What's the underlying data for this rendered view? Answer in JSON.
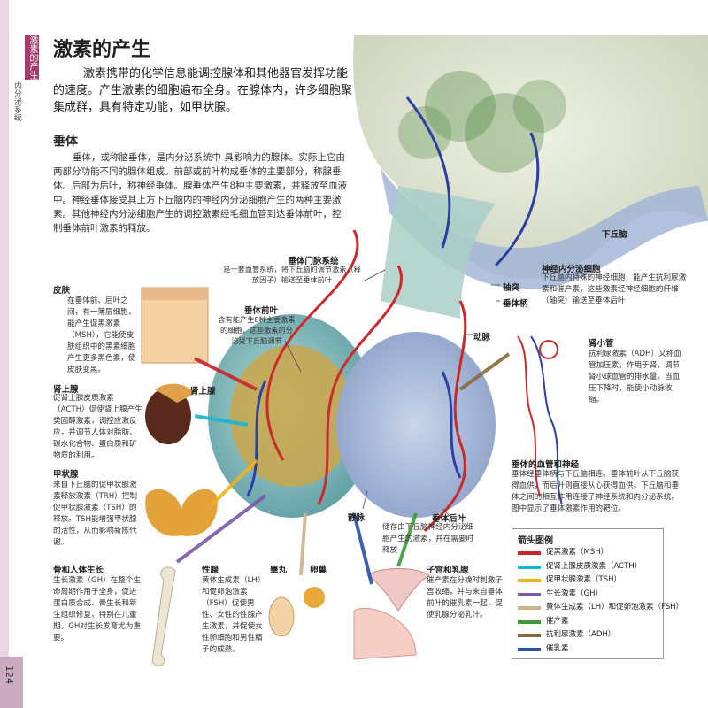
{
  "margin": {
    "section_tab": "激素的产生",
    "section_text": "内分泌系统",
    "page_number": "124"
  },
  "title": "激素的产生",
  "intro": "激素携带的化学信息能调控腺体和其他器官发挥功能的速度。产生激素的细胞遍布全身。在腺体内，许多细胞聚集成群，具有特定功能，如甲状腺。",
  "pituitary": {
    "heading": "垂体",
    "body": "垂体，或称脑垂体，是内分泌系统中    具影响力的腺体。实际上它由两部分功能不同的腺体组成。前部或前叶构成垂体的主要部分，称腺垂体。后部为后叶，称神经垂体。腺垂体产生8种主要激素，并释放至血液中。神经垂体接受其上方下丘脑内的神经内分泌细胞产生的两种主要激素。其他神经内分泌细胞产生的调控激素经毛细血管到达垂体前叶，控制垂体前叶激素的释放。"
  },
  "labels": {
    "hypothalamus": "下丘脑",
    "neuro_cells_title": "神经内分泌细胞",
    "neuro_cells_body": "下丘脑内特殊的神经细胞，能产生抗利尿激素和催产素，这些激素经神经细胞的纤维（轴突）输送至垂体后叶",
    "axon": "轴突",
    "stalk": "垂体柄",
    "portal_title": "垂体门脉系统",
    "portal_body": "是一套血管系统，将下丘脑的调节激素（释放因子）输送至垂体前叶",
    "anterior_title": "垂体前叶",
    "anterior_body": "含有能产生8种主要激素的细胞，这些激素的分泌受下丘脑调节",
    "artery": "动脉",
    "vein": "静脉",
    "posterior_title": "垂体后叶",
    "posterior_body": "储存由下丘脑神经内分泌细胞产生的激素，并在需要时释放",
    "vessels_title": "垂体的血管和神经",
    "vessels_body": "垂体经垂体柄与下丘脑相连。垂体前叶从下丘脑获得血供，而后叶则直接从心获得血供。下丘脑和垂体之间的相互作用连接了神经系统和内分泌系统。图中显示了垂体激素作用的靶位。",
    "kidney_title": "肾小管",
    "kidney_body": "抗利尿激素（ADH）又称血管加压素，作用于肾，调节肾小球血管的排水量。当血压下降时，能使小动脉收缩。",
    "skin_title": "皮肤",
    "skin_body": "在垂体前、后叶之间，有一薄层细胞，能产生促黑激素（MSH），它能使皮肤组织中的黑素细胞产生更多黑色素，使皮肤变黑。",
    "adrenal_title": "肾上腺",
    "adrenal_tag": "肾上腺",
    "adrenal_body": "促肾上腺皮质激素（ACTH）促使肾上腺产生类固醇激素，调控应激反应，并调节人体对脂肪、碳水化合物、蛋白质和矿物质的利用。",
    "thyroid_title": "甲状腺",
    "thyroid_body": "来自下丘脑的促甲状腺激素释放激素（TRH）控制促甲状腺激素（TSH）的释放。TSH能增强甲状腺的活性，从而影响新陈代谢。",
    "bone_title": "骨和人体生长",
    "bone_body": "生长激素（GH）在整个生命周期作用于全身，促进蛋白质合成、骨生长和新生组织修复，特别在儿童期，GH对生长发育尤为重要。",
    "gonads_title": "性腺",
    "gonads_body": "黄体生成素（LH）和促卵泡激素（FSH）促使男性、女性的性腺产生激素，并促使女性卵细胞和男性精子的成熟。",
    "testis": "睾丸",
    "ovary": "卵巢",
    "uterus_title": "子宫和乳腺",
    "uterus_body": "催产素在分娩时刺激子宫收缩，并与来自垂体前叶的催乳素一起，促使乳腺分泌乳汁。"
  },
  "legend": {
    "title": "箭头图例",
    "items": [
      {
        "label": "促黑激素（MSH）",
        "color": "#c8242e"
      },
      {
        "label": "促肾上腺皮质激素（ACTH）",
        "color": "#19b4cf"
      },
      {
        "label": "促甲状腺激素（TSH）",
        "color": "#f0b21a"
      },
      {
        "label": "生长激素（GH）",
        "color": "#7b5aa6"
      },
      {
        "label": "黄体生成素（LH）和促卵泡激素（FSH）",
        "color": "#c9b48a"
      },
      {
        "label": "催产素",
        "color": "#3d9a3a"
      },
      {
        "label": "抗利尿激素（ADH）",
        "color": "#8a6a3a"
      },
      {
        "label": "催乳素",
        "color": "#2a4fa8"
      }
    ]
  }
}
